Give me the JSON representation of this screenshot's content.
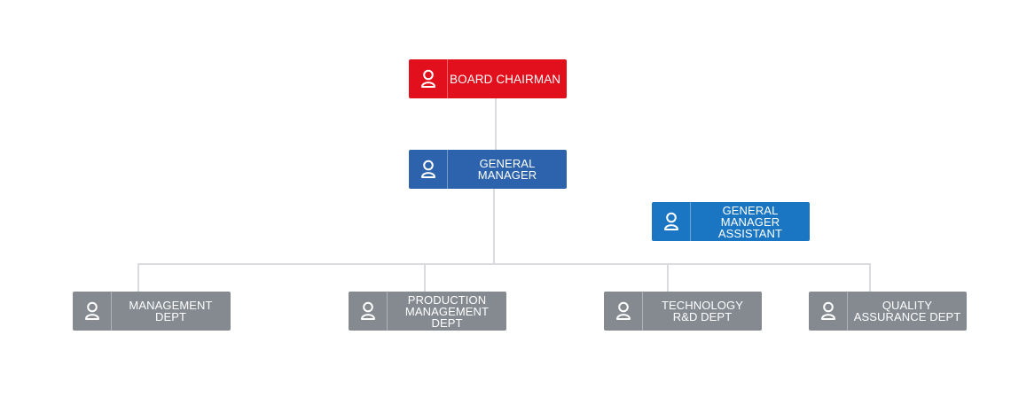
{
  "colors": {
    "chairman": "#e2101c",
    "general_manager": "#2c63ac",
    "assistant": "#1a76c2",
    "department": "#858a91",
    "connector": "#d9dbde"
  },
  "icon": "person-icon",
  "nodes": {
    "chairman": {
      "label": "BOARD CHAIRMAN"
    },
    "general_manager": {
      "label": "GENERAL\nMANAGER"
    },
    "assistant": {
      "label": "GENERAL MANAGER\nASSISTANT"
    },
    "departments": [
      {
        "label": "MANAGEMENT DEPT"
      },
      {
        "label": "PRODUCTION\nMANAGEMENT DEPT"
      },
      {
        "label": "TECHNOLOGY\nR&D DEPT"
      },
      {
        "label": "QUALITY\nASSURANCE DEPT"
      }
    ]
  }
}
